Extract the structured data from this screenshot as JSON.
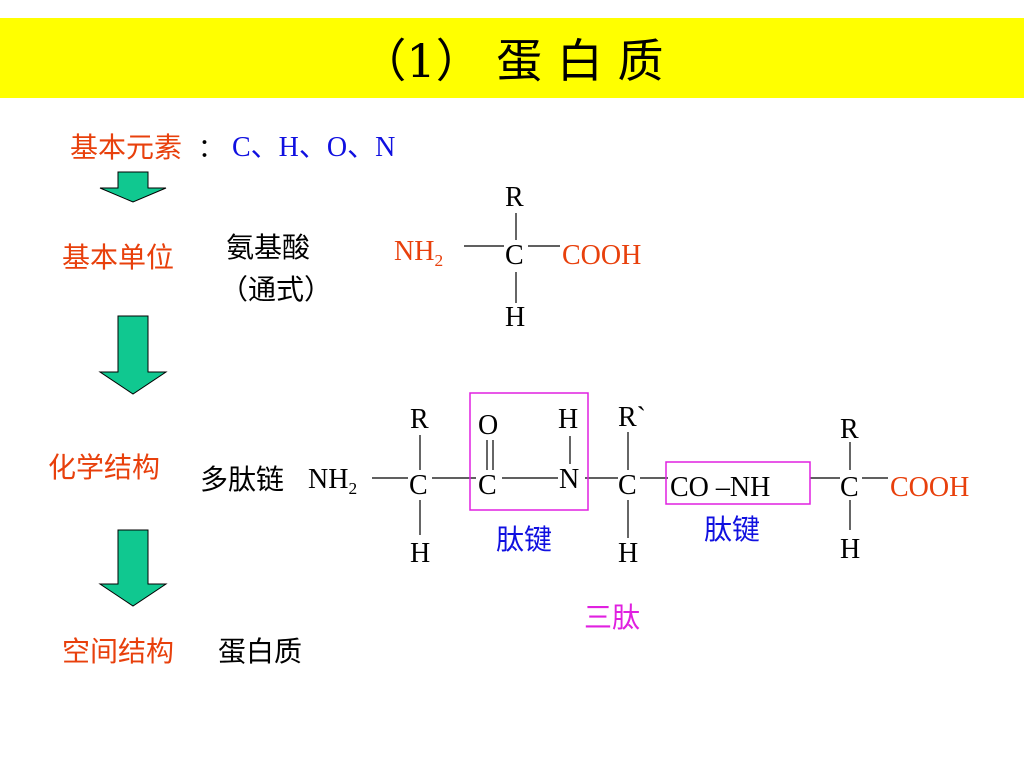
{
  "header": {
    "title": "（1） 蛋 白 质"
  },
  "colors": {
    "banner": "#ffff00",
    "red_label": "#e8400c",
    "blue_text": "#1010e0",
    "magenta": "#e020e0",
    "arrow_fill": "#10c890"
  },
  "elements": {
    "label": "基本元素",
    "colon": "：",
    "list": "C、H、O、N"
  },
  "unit": {
    "label": "基本单位",
    "name": "氨基酸",
    "note": "（通式）"
  },
  "amino_formula": {
    "r": "R",
    "nh": "NH",
    "two": "2",
    "c": "C",
    "cooh": "COOH",
    "h": "H"
  },
  "chemical": {
    "label": "化学结构",
    "name": "多肽链"
  },
  "peptide": {
    "nh": "NH",
    "two": "2",
    "c1": "C",
    "r1": "R",
    "h1": "H",
    "o": "O",
    "c2": "C",
    "h_n": "H",
    "n": "N",
    "c3": "C",
    "r2": "R`",
    "h3": "H",
    "co_nh": "CO –NH",
    "c4": "C",
    "r3": "R",
    "h4": "H",
    "cooh": "COOH",
    "bond_label_1": "肽键",
    "bond_label_2": "肽键",
    "tri": "三肽"
  },
  "spatial": {
    "label": "空间结构",
    "name": "蛋白质"
  },
  "icons": [
    "arrow-down-icon",
    "arrow-down-icon",
    "arrow-down-icon"
  ]
}
